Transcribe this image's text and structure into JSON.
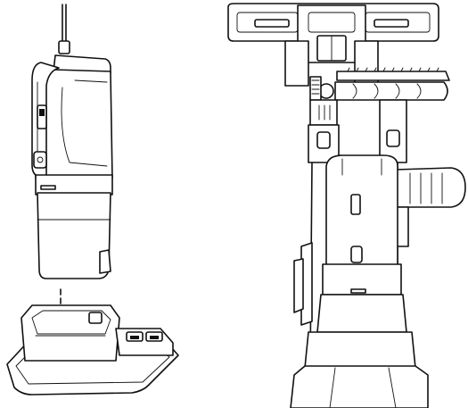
{
  "figure": {
    "panels": [
      {
        "name": "handheld-vacuum-and-charging-base"
      },
      {
        "name": "stick-vacuum-assembly"
      }
    ],
    "arrow_direction": "down",
    "colors": {
      "line": "#111111",
      "background": "#ffffff"
    }
  }
}
